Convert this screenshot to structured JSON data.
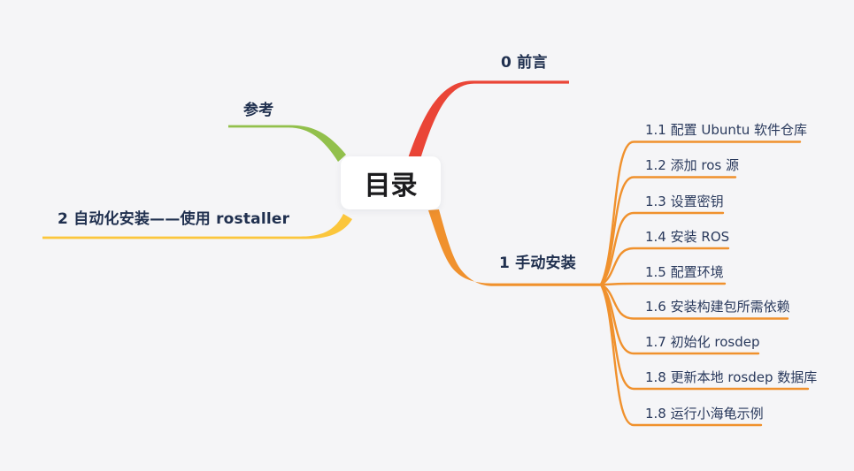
{
  "canvas": {
    "background": "#f5f5f7"
  },
  "root": {
    "label": "目录",
    "bg_color": "#ffffff",
    "text_color": "#1c1c1e"
  },
  "branches": [
    {
      "id": "preface",
      "label": "0 前言",
      "color": "#ea4537"
    },
    {
      "id": "reference",
      "label": "参考",
      "color": "#92c04c"
    },
    {
      "id": "auto-install",
      "label": "2 自动化安装——使用 rostaller",
      "color": "#fbc63c"
    },
    {
      "id": "manual-install",
      "label": "1 手动安装",
      "color": "#f0912d",
      "children": [
        {
          "label": "1.1 配置 Ubuntu 软件仓库"
        },
        {
          "label": "1.2 添加 ros 源"
        },
        {
          "label": "1.3 设置密钥"
        },
        {
          "label": "1.4 安装 ROS"
        },
        {
          "label": "1.5 配置环境"
        },
        {
          "label": "1.6 安装构建包所需依赖"
        },
        {
          "label": "1.7 初始化 rosdep"
        },
        {
          "label": "1.8 更新本地 rosdep 数据库"
        },
        {
          "label": "1.8 运行小海龟示例"
        }
      ]
    }
  ],
  "label_text_color": "#20304f"
}
